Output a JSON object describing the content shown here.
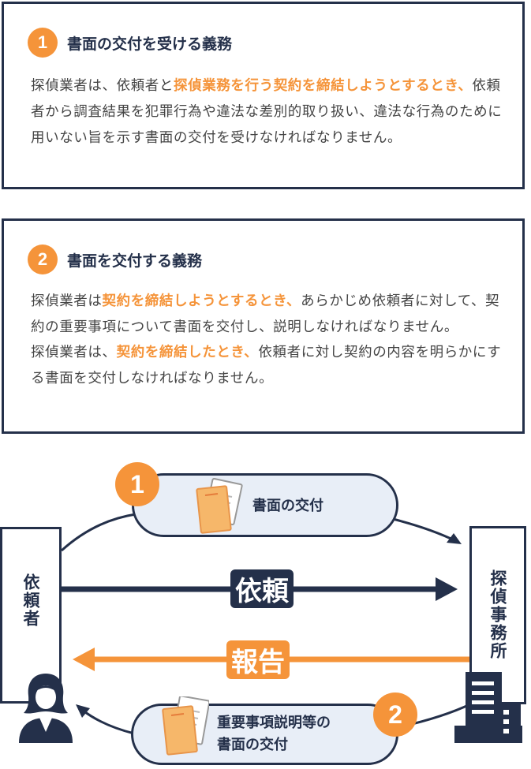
{
  "section1": {
    "number": "1",
    "title": "書面の交付を受ける義務",
    "text_a": "探偵業者は、依頼者と",
    "highlight": "探偵業務を行う契約を締結しようとするとき、",
    "text_b": "依頼者から調査結果を犯罪行為や違法な差別的取り扱い、違法な行為のために用いない旨を示す書面の交付を受けなければなりません。"
  },
  "section2": {
    "number": "2",
    "title": "書面を交付する義務",
    "p1_a": "探偵業者は",
    "p1_highlight": "契約を締結しようとするとき、",
    "p1_b": "あらかじめ依頼者に対して、契約の重要事項について書面を交付し、説明しなければなりません。",
    "p2_a": "探偵業者は、",
    "p2_highlight": "契約を締結したとき、",
    "p2_b": "依頼者に対し契約の内容を明らかにする書面を交付しなければなりません。"
  },
  "diagram": {
    "client_label": "依頼者",
    "agency_label": "探偵事務所",
    "step1_number": "1",
    "step1_label": "書面の交付",
    "step2_number": "2",
    "step2_label_line1": "重要事項説明等の",
    "step2_label_line2": "書面の交付",
    "request_label": "依頼",
    "report_label": "報告",
    "colors": {
      "navy": "#24304a",
      "orange": "#f5943a",
      "pill_bg": "#e8eef7"
    },
    "icons": [
      "document-icon",
      "person-icon",
      "building-icon"
    ]
  }
}
